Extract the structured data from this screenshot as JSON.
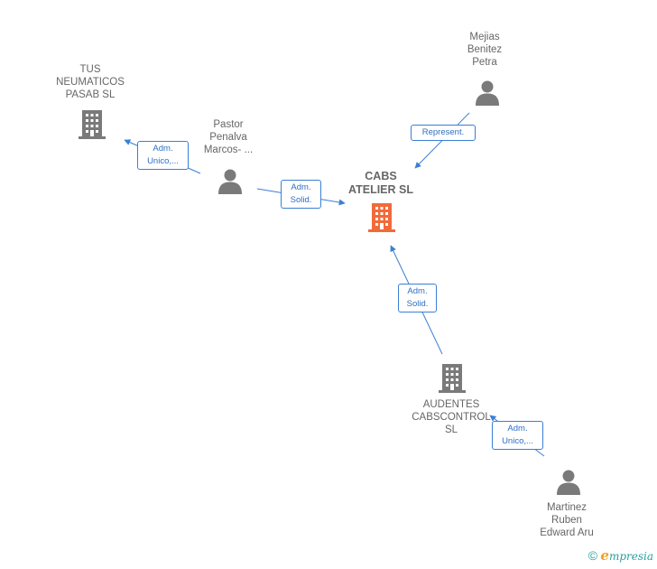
{
  "nodes": {
    "cabs": {
      "label": "CABS\nATELIER  SL",
      "type": "company",
      "color": "#f26a3a"
    },
    "tus": {
      "label": "TUS\nNEUMATICOS\nPASAB  SL",
      "type": "company",
      "color": "#7a7a7a"
    },
    "audentes": {
      "label": "AUDENTES\nCABSCONTROL\nSL",
      "type": "company",
      "color": "#7a7a7a"
    },
    "pastor": {
      "label": "Pastor\nPenalva\nMarcos- ...",
      "type": "person",
      "color": "#7a7a7a"
    },
    "mejias": {
      "label": "Mejias\nBenitez\nPetra",
      "type": "person",
      "color": "#7a7a7a"
    },
    "martinez": {
      "label": "Martinez\nRuben\nEdward Aru",
      "type": "person",
      "color": "#7a7a7a"
    }
  },
  "edges": {
    "pastor_tus": "Adm.\nUnico,...",
    "pastor_cabs": "Adm.\nSolid.",
    "mejias_cabs": "Represent.",
    "audentes_cabs": "Adm.\nSolid.",
    "martinez_audentes": "Adm.\nUnico,..."
  },
  "edge_color": "#3a7fd5",
  "brand": {
    "copyright": "©",
    "e": "e",
    "rest": "mpresia"
  }
}
